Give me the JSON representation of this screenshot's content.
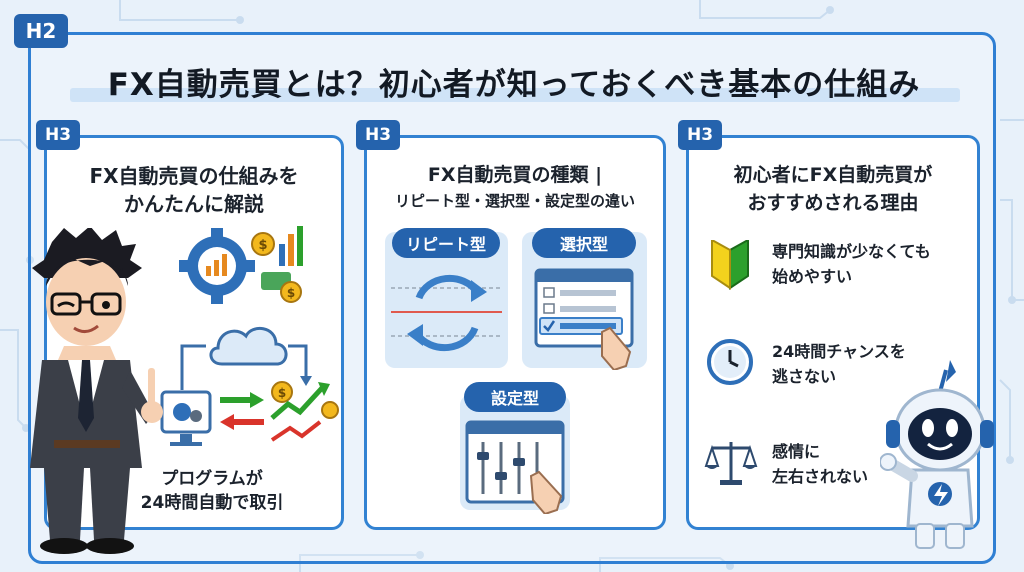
{
  "h2": {
    "badge": "H2",
    "title": "FX自動売買とは？初心者が知っておくべき基本の仕組み"
  },
  "cards": [
    {
      "badge": "H3",
      "title_line1": "FX自動売買の仕組みを",
      "title_line2": "かんたんに解説",
      "caption_line1": "プログラムが",
      "caption_line2": "24時間自動で取引"
    },
    {
      "badge": "H3",
      "title_line1": "FX自動売買の種類 |",
      "title_line2": "リピート型・選択型・設定型の違い",
      "types": [
        "リピート型",
        "選択型",
        "設定型"
      ]
    },
    {
      "badge": "H3",
      "title_line1": "初心者にFX自動売買が",
      "title_line2": "おすすめされる理由",
      "reasons": [
        {
          "icon": "beginner-mark-icon",
          "line1": "専門知識が少なくても",
          "line2": "始めやすい"
        },
        {
          "icon": "clock-icon",
          "line1": "24時間チャンスを",
          "line2": "逃さない"
        },
        {
          "icon": "scale-icon",
          "line1": "感情に",
          "line2": "左右されない"
        }
      ]
    }
  ],
  "colors": {
    "primary": "#2563ad",
    "border": "#3282d2",
    "accent_green": "#2ca02c",
    "accent_red": "#d9342b",
    "gold": "#e6a817",
    "light_panel": "#dbeaf8"
  }
}
